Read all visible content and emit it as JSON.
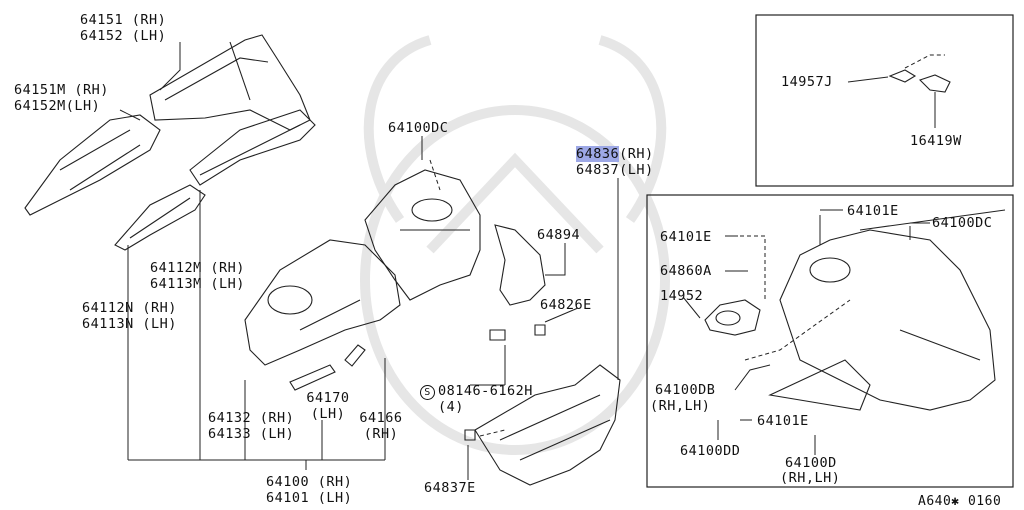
{
  "labels": {
    "p64151": "64151 (RH)",
    "p64152": "64152 (LH)",
    "p64151m": "64151M (RH)",
    "p64152m": "64152M(LH)",
    "p64112m": "64112M (RH)",
    "p64113m": "64113M (LH)",
    "p64112n": "64112N (RH)",
    "p64113n": "64113N (LH)",
    "p64100dc_top": "64100DC",
    "p64836": "64836",
    "p64836_side": "(RH)",
    "p64837": "64837(LH)",
    "p64894": "64894",
    "p64826e": "64826E",
    "p08146": "08146-6162H",
    "p08146_circle": "S",
    "p08146_qty": "(4)",
    "p64170": "64170",
    "p64170_side": "(LH)",
    "p64166": "64166",
    "p64166_side": "(RH)",
    "p64132": "64132 (RH)",
    "p64133": "64133 (LH)",
    "p64100": "64100 (RH)",
    "p64101": "64101 (LH)",
    "p64837e": "64837E",
    "p14957j": "14957J",
    "p16419w": "16419W",
    "p64101e_a": "64101E",
    "p64100dc_r": "64100DC",
    "p64101e_b": "64101E",
    "p64860a": "64860A",
    "p14952": "14952",
    "p64100db": "64100DB",
    "p64100db_side": "(RH,LH)",
    "p64101e_c": "64101E",
    "p64100dd": "64100DD",
    "p64100d": "64100D",
    "p64100d_side": "(RH,LH)",
    "ref_code": "A640✱ 0160"
  },
  "colors": {
    "line": "#222222",
    "highlight": "#9da8e6",
    "watermark": "#e9e9e9"
  }
}
